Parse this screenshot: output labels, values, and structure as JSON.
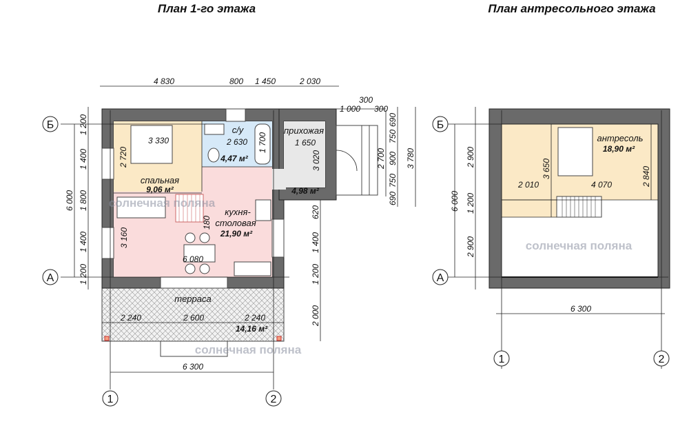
{
  "titles": {
    "first_floor": "План 1-го этажа",
    "mezzanine": "План антресольного этажа"
  },
  "watermark": "солнечная поляна",
  "axes": {
    "b": "Б",
    "a": "А",
    "one": "1",
    "two": "2"
  },
  "first_floor": {
    "rooms": {
      "bedroom": {
        "name": "спальная",
        "area": "9,06 м²"
      },
      "bathroom": {
        "name": "с/у",
        "area": "4,47 м²"
      },
      "hall": {
        "name": "прихожая",
        "area": "4,98 м²"
      },
      "kitchen": {
        "name1": "кухня-",
        "name2": "столовая",
        "area": "21,90 м²"
      },
      "terrace": {
        "name": "терраса",
        "area": "14,16 м²"
      }
    },
    "dims_top": [
      "4 830",
      "800",
      "1 450",
      "2 030"
    ],
    "dims_left": [
      "1 200",
      "1 400",
      "1 800",
      "1 400",
      "1 200"
    ],
    "dim_left_total": "6 000",
    "dims_inner": {
      "bed_w": "3 330",
      "bed_h": "2 720",
      "bath_w": "2 630",
      "bath_h": "1 700",
      "hall_w": "1 650",
      "hall_h": "3 020",
      "kitchen_h": "3 160",
      "kitchen_w": "6 080",
      "stair": "180"
    },
    "dims_right": [
      "620",
      "1 400",
      "1 200",
      "2 000"
    ],
    "dims_porch_top": [
      "1 000",
      "300",
      "300"
    ],
    "dims_porch": [
      "690",
      "750",
      "900",
      "750",
      "690"
    ],
    "dim_porch_2700": "2 700",
    "dim_porch_total": "3 780",
    "dims_terrace": [
      "2 240",
      "2 600",
      "2 240"
    ],
    "dim_bottom_total": "6 300"
  },
  "mezzanine": {
    "room": {
      "name": "антресоль",
      "area": "18,90 м²"
    },
    "dims_left": [
      "2 900",
      "1 200",
      "2 900"
    ],
    "dim_left_total": "6 000",
    "dims_inner": {
      "h1": "3 650",
      "h2": "2 840",
      "w1": "2 010",
      "w2": "4 070"
    },
    "dim_bottom_total": "6 300"
  },
  "colors": {
    "bedroom": "#fbe9c6",
    "bathroom": "#d6e9f8",
    "hall": "#e8e8e8",
    "kitchen": "#fadcdc",
    "mezz": "#fbe9c6",
    "wall": "#6a6a6a"
  }
}
